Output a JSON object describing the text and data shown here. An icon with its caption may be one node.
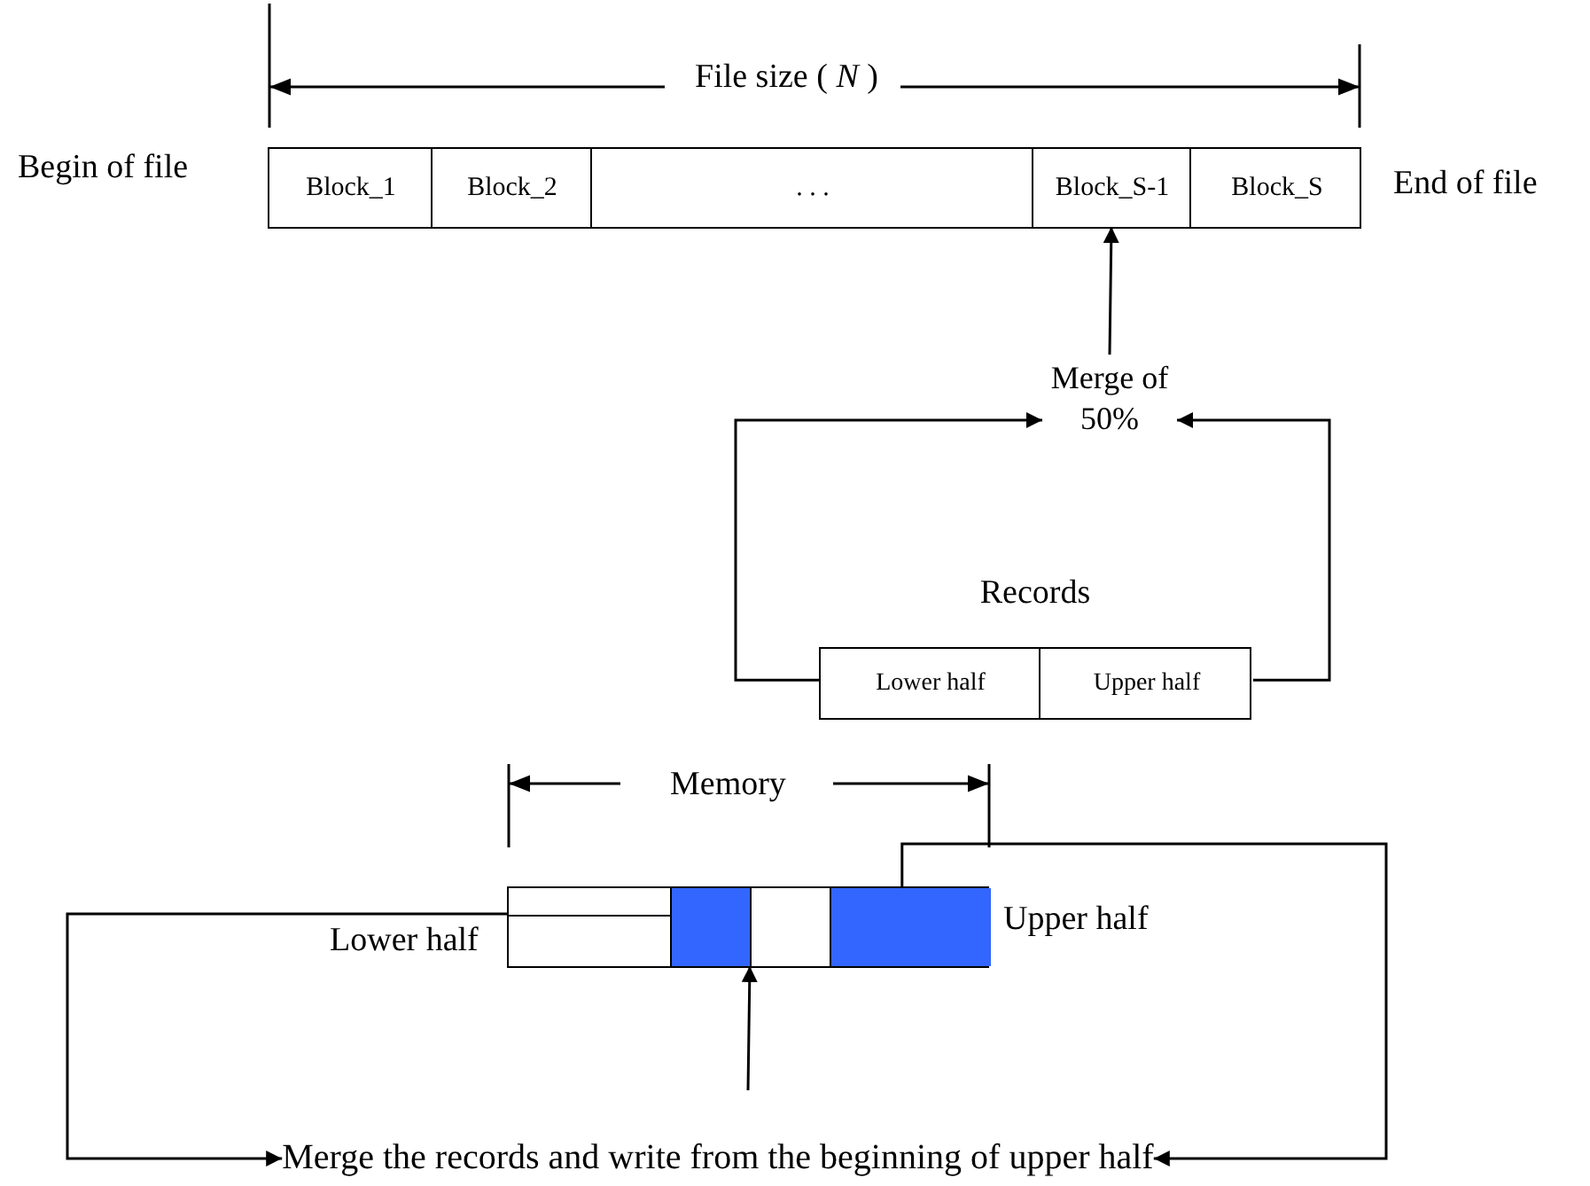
{
  "diagram": {
    "nodes": [
      {
        "text": [],
        "shape": "bar",
        "beside": [
          "Begin of file",
          "End of file"
        ]
      },
      {
        "text": [
          "Block_1"
        ],
        "in": 0
      },
      {
        "text": [
          "Block_2"
        ],
        "in": 0
      },
      {
        "text": [
          ". . ."
        ],
        "in": 0
      },
      {
        "text": [
          "Block_S-1"
        ],
        "in": 0
      },
      {
        "text": [
          "Block_S"
        ],
        "in": 0
      },
      {
        "text": [
          "Merge of 50%"
        ]
      },
      {
        "text": [
          "Records"
        ]
      },
      {
        "text": [
          "Lower half"
        ],
        "in": 7
      },
      {
        "text": [
          "Upper half"
        ],
        "in": 7
      },
      {
        "text": [],
        "shape": "bar",
        "beside": [
          "Lower half",
          "Upper half"
        ]
      },
      {
        "text": [],
        "shape": "box",
        "in": 10
      },
      {
        "text": [],
        "shape": "box",
        "in": 10
      },
      {
        "text": [],
        "shape": "box",
        "in": 10
      },
      {
        "text": [],
        "shape": "box",
        "in": 10
      },
      {
        "text": [
          "Merge the records and write from the beginning of upper half"
        ]
      }
    ],
    "edges": [
      {
        "from": 6,
        "to": 4,
        "arrow": "to"
      },
      {
        "from": 8,
        "to": 6,
        "arrow": "to"
      },
      {
        "from": 9,
        "to": 6,
        "arrow": "to"
      },
      {
        "from": null,
        "to": 13,
        "arrow": "to"
      },
      {
        "from": 11,
        "to": 15,
        "arrow": "to"
      },
      {
        "from": 14,
        "to": 15,
        "arrow": "to"
      }
    ],
    "labels": [
      "File size ( *N* )",
      "Memory"
    ]
  }
}
